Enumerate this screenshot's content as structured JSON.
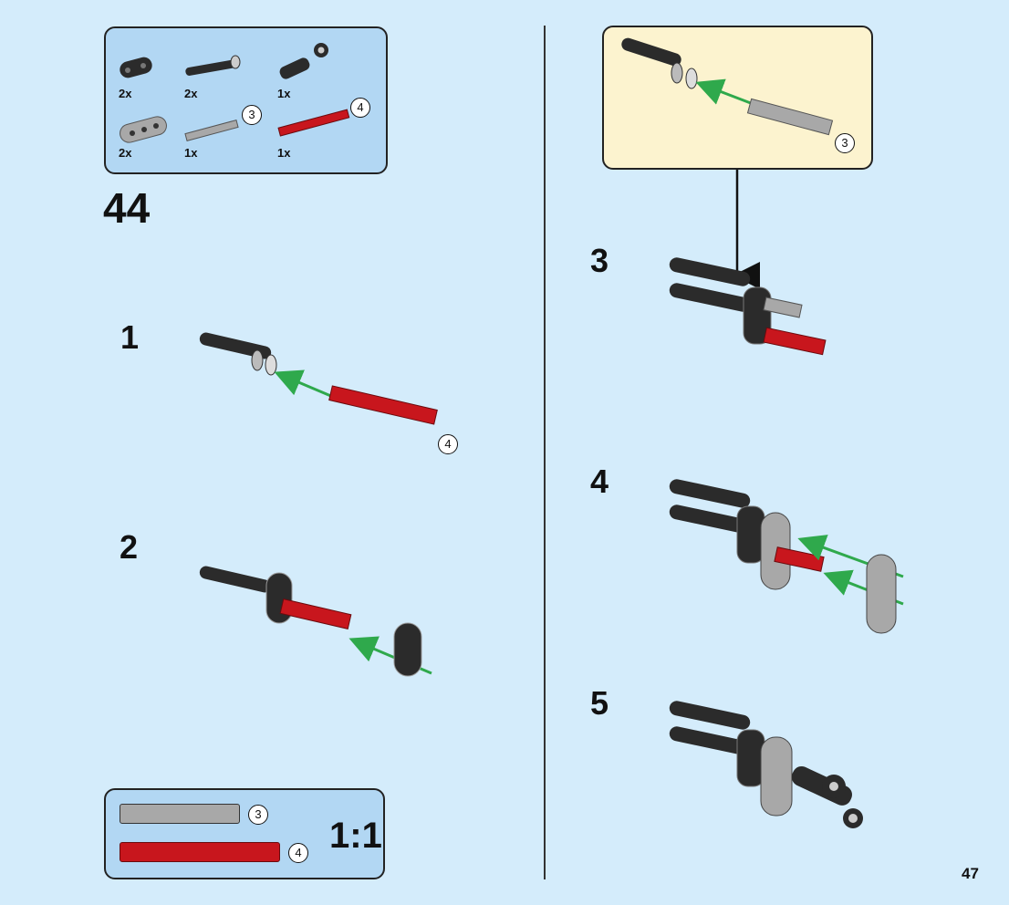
{
  "parts": {
    "quantities": [
      "2x",
      "2x",
      "1x",
      "2x",
      "1x",
      "1x"
    ],
    "callout_grey": "3",
    "callout_red": "4"
  },
  "step_main": "44",
  "steps": [
    "1",
    "2",
    "3",
    "4",
    "5"
  ],
  "callouts": {
    "step1_axle": "4",
    "sub_axle": "3",
    "scale_grey": "3",
    "scale_red": "4"
  },
  "scale_label": "1:1",
  "page_number": "47",
  "colors": {
    "background": "#d4ecfb",
    "panel_blue": "#b2d7f3",
    "panel_yellow": "#fcf3cf",
    "axle_red": "#c8161d",
    "axle_grey": "#a8a8a8",
    "arrow_green": "#2fa94c",
    "part_black": "#2b2b2b"
  }
}
